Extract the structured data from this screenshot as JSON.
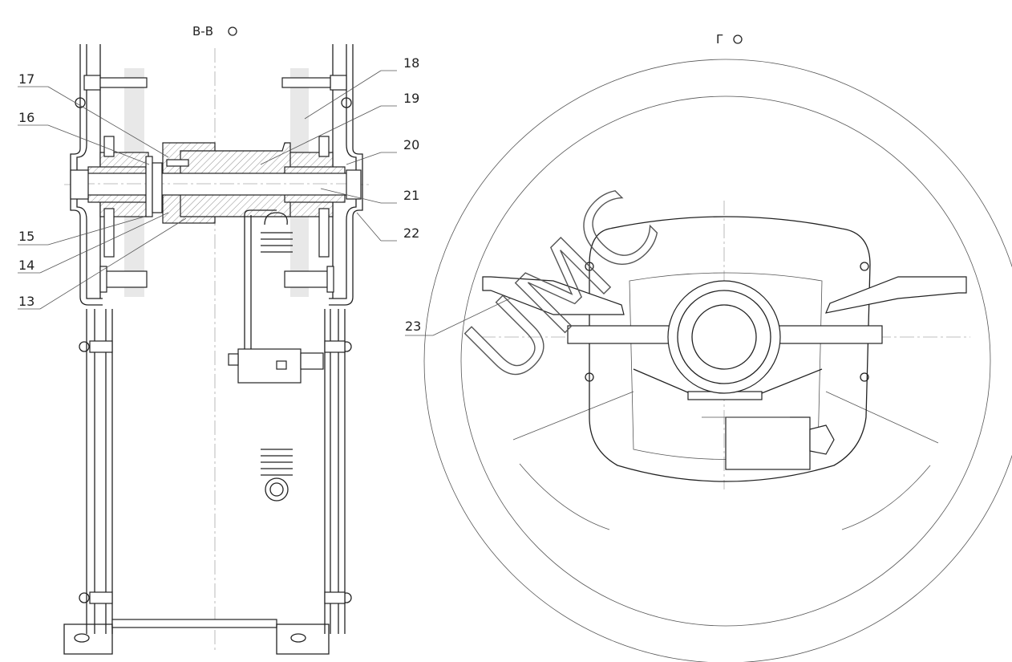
{
  "drawing": {
    "views": [
      {
        "id": "section",
        "title": "В-В"
      },
      {
        "id": "view",
        "title": "Г"
      }
    ],
    "callouts": [
      "13",
      "14",
      "15",
      "16",
      "17",
      "18",
      "19",
      "20",
      "21",
      "22",
      "23"
    ],
    "watermark": "UMC"
  }
}
